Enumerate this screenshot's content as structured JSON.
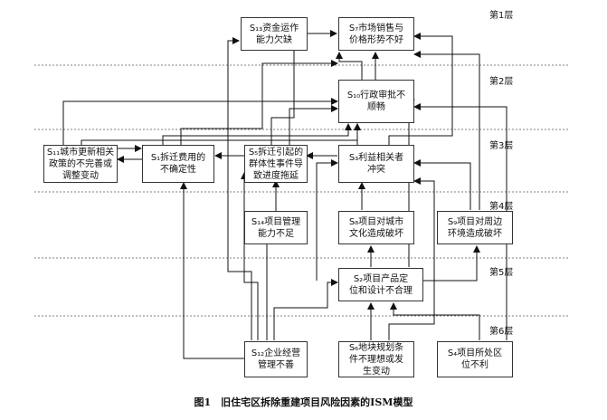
{
  "levels": [
    "第1层",
    "第2层",
    "第3层",
    "第4层",
    "第5层",
    "第6层"
  ],
  "nodes": {
    "s13": "S₁₃资金运作\n能力欠缺",
    "s7": "S₇市场销售与\n价格形势不好",
    "s10": "S₁₀行政审批不\n顺畅",
    "s11": "S₁₁城市更新相关\n政策的不完善或\n调整变动",
    "s1": "S₁拆迁费用的\n不确定性",
    "s5": "S₅拆迁引起的\n群体性事件导\n致进度拖延",
    "s3": "S₃利益相关者\n冲突",
    "s14": "S₁₄项目管理\n能力不足",
    "s8": "S₈项目对城市\n文化造成破坏",
    "s9": "S₉项目对周边\n环境造成破坏",
    "s2": "S₂项目产品定\n位和设计不合理",
    "s12": "S₁₂企业经营\n管理不善",
    "s6": "S₆地块规划条\n件不理想或发\n生变动",
    "s4": "S₄项目所处区\n位不利"
  },
  "caption": "图1　旧住宅区拆除重建项目风险因素的ISM模型"
}
